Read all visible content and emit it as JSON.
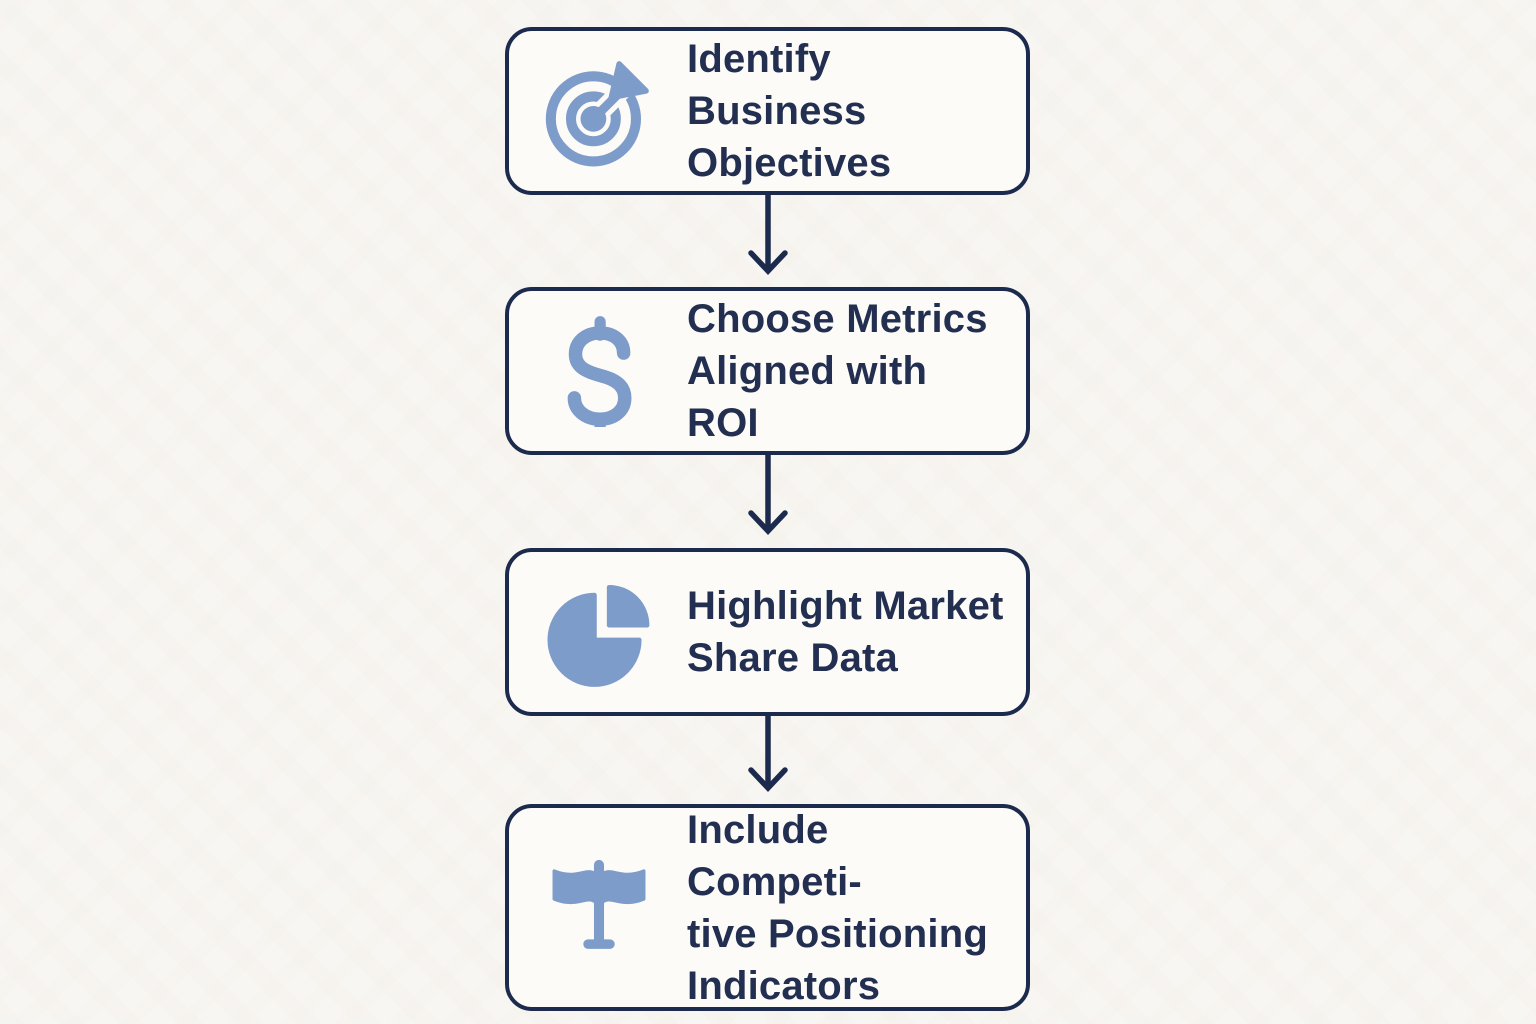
{
  "diagram": {
    "type": "vertical-flowchart",
    "background_color": "#f8f6f2",
    "box_fill": "#fcfbf8",
    "outline_color": "#1c2b4d",
    "text_color": "#232f51",
    "icon_color": "#7d9cc9",
    "steps": [
      {
        "id": 1,
        "icon": "target-bullseye-icon",
        "label": "Identify Business\nObjectives"
      },
      {
        "id": 2,
        "icon": "dollar-sign-icon",
        "label": "Choose Metrics\nAligned with ROI"
      },
      {
        "id": 3,
        "icon": "pie-chart-icon",
        "label": "Highlight Market\nShare Data"
      },
      {
        "id": 4,
        "icon": "double-flags-icon",
        "label": "Include Competi-\ntive Positioning\nIndicators"
      }
    ],
    "connectors": [
      {
        "from": 1,
        "to": 2,
        "style": "arrow-down"
      },
      {
        "from": 2,
        "to": 3,
        "style": "arrow-down"
      },
      {
        "from": 3,
        "to": 4,
        "style": "arrow-down"
      }
    ]
  }
}
